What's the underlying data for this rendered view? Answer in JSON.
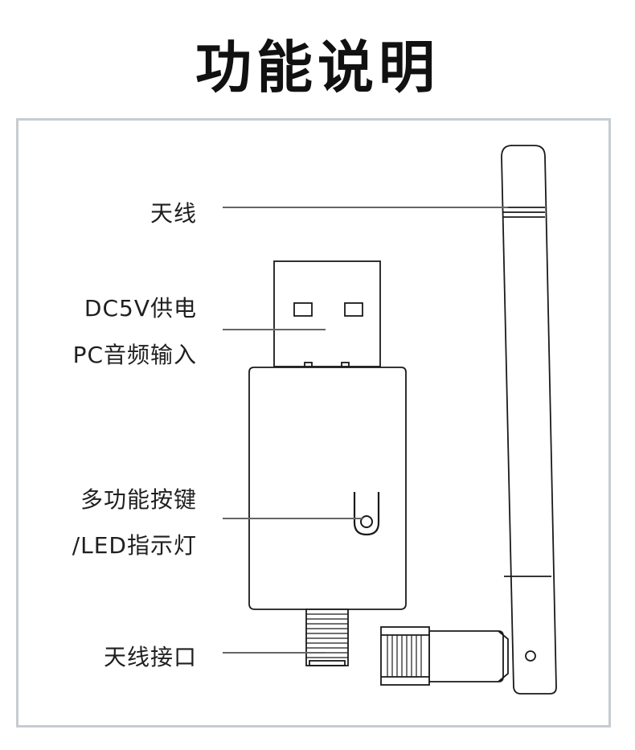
{
  "title": "功能说明",
  "labels": {
    "antenna": "天线",
    "power": "DC5V供电",
    "audio_in": "PC音频输入",
    "button": "多功能按键",
    "led": "/LED指示灯",
    "antenna_port": "天线接口"
  },
  "colors": {
    "frame_border": "#c6ccd0",
    "line": "#666666",
    "outline": "#1a1a1a"
  }
}
